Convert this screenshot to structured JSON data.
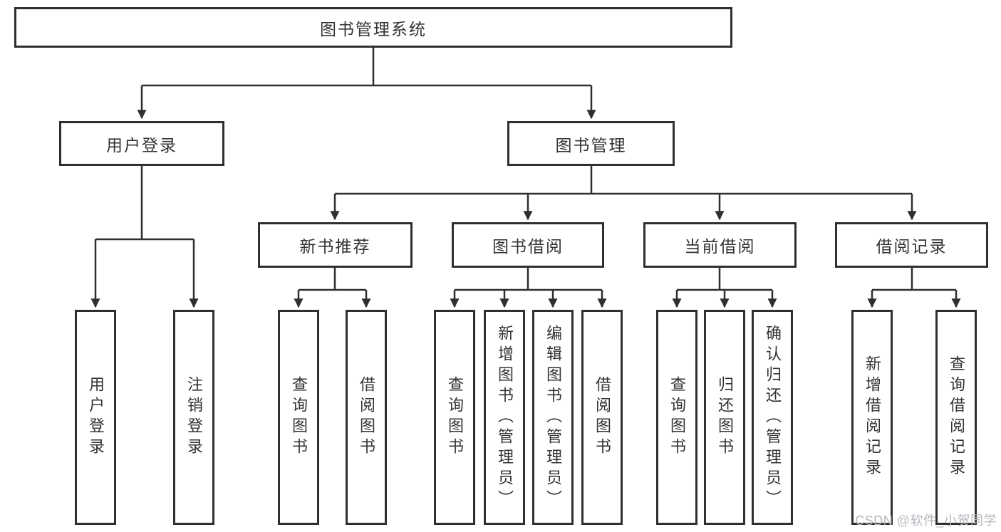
{
  "nodes": {
    "root": {
      "label": "图书管理系统"
    },
    "user_login": {
      "label": "用户登录"
    },
    "book_management": {
      "label": "图书管理"
    },
    "new_book_rec": {
      "label": "新书推荐"
    },
    "book_borrow": {
      "label": "图书借阅"
    },
    "current_borrow": {
      "label": "当前借阅"
    },
    "borrow_records": {
      "label": "借阅记录"
    },
    "leaf_user_login": {
      "label": "用户登录"
    },
    "leaf_logout": {
      "label": "注销登录"
    },
    "leaf_rec_search": {
      "label": "查询图书"
    },
    "leaf_rec_borrow": {
      "label": "借阅图书"
    },
    "leaf_bb_search": {
      "label": "查询图书"
    },
    "leaf_bb_add": {
      "label": "新增图书（管理员）"
    },
    "leaf_bb_edit": {
      "label": "编辑图书（管理员）"
    },
    "leaf_bb_borrow": {
      "label": "借阅图书"
    },
    "leaf_cb_search": {
      "label": "查询图书"
    },
    "leaf_cb_return": {
      "label": "归还图书"
    },
    "leaf_cb_confirm": {
      "label": "确认归还（管理员）"
    },
    "leaf_br_add": {
      "label": "新增借阅记录"
    },
    "leaf_br_search": {
      "label": "查询借阅记录"
    }
  },
  "hierarchy": {
    "图书管理系统": {
      "用户登录": [
        "用户登录",
        "注销登录"
      ],
      "图书管理": {
        "新书推荐": [
          "查询图书",
          "借阅图书"
        ],
        "图书借阅": [
          "查询图书",
          "新增图书（管理员）",
          "编辑图书（管理员）",
          "借阅图书"
        ],
        "当前借阅": [
          "查询图书",
          "归还图书",
          "确认归还（管理员）"
        ],
        "借阅记录": [
          "新增借阅记录",
          "查询借阅记录"
        ]
      }
    }
  },
  "watermark": {
    "text": "CSDN @软件_小贺同学"
  },
  "colors": {
    "line": "#2f2f2f",
    "text": "#333333",
    "background": "#ffffff",
    "watermark": "#b3b7bd"
  }
}
